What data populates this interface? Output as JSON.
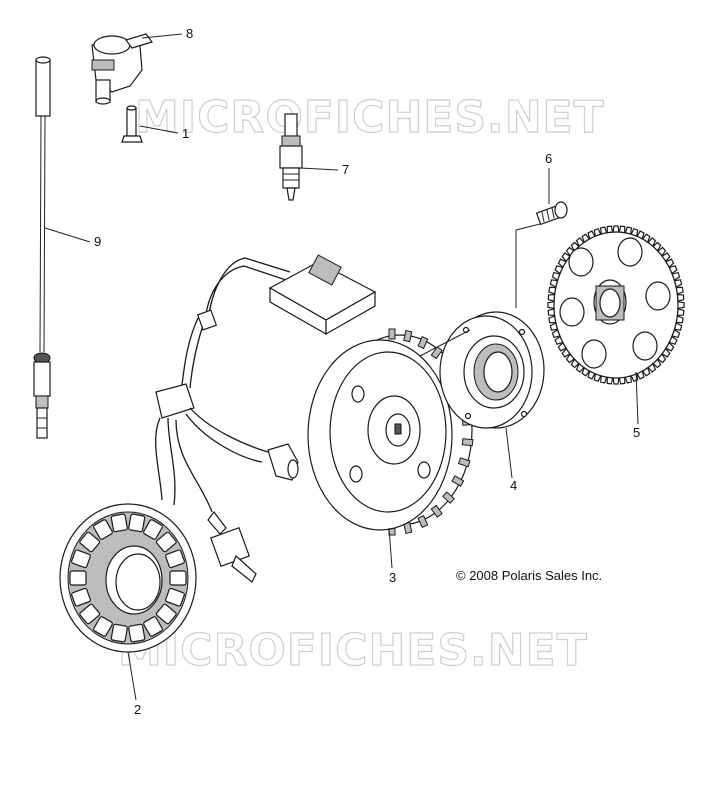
{
  "watermark": {
    "text": "MICROFICHES.NET"
  },
  "copyright": "© 2008 Polaris Sales Inc.",
  "callouts": [
    {
      "num": "1",
      "part": "bolt"
    },
    {
      "num": "2",
      "part": "stator"
    },
    {
      "num": "3",
      "part": "flywheel"
    },
    {
      "num": "4",
      "part": "starter clutch"
    },
    {
      "num": "5",
      "part": "starter gear"
    },
    {
      "num": "6",
      "part": "screw"
    },
    {
      "num": "7",
      "part": "spark plug"
    },
    {
      "num": "8",
      "part": "ignition coil"
    },
    {
      "num": "9",
      "part": "sensor"
    }
  ]
}
